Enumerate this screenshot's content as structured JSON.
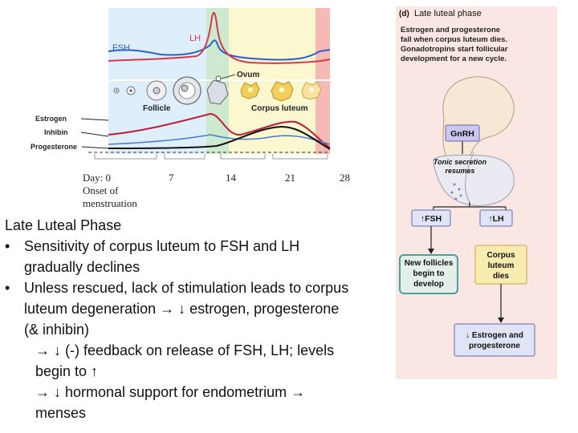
{
  "chart": {
    "hormone_labels": {
      "fsh": "FSH",
      "lh": "LH"
    },
    "row_labels": [
      "Estrogen",
      "Inhibin",
      "Progesterone"
    ],
    "follicle_label": "Follicle",
    "ovum_label": "Ovum",
    "corpus_luteum_label": "Corpus luteum",
    "days": [
      {
        "value": "Day: 0",
        "sub": "Onset of",
        "sub2": "menstruation"
      },
      {
        "value": "7"
      },
      {
        "value": "14"
      },
      {
        "value": "21"
      },
      {
        "value": "28"
      }
    ],
    "colors": {
      "fsh": "#2a62c9",
      "lh": "#d33a4d",
      "estrogen": "#c01d39",
      "inhibin": "#4a7fd0",
      "progesterone": "#111111",
      "follicular_bg": "#dfeefb",
      "ovulation_bg": "#cde9cf",
      "luteal_bg": "#fbf7cf",
      "menses_bg": "#f7b9b4"
    }
  },
  "text": {
    "title": "Late Luteal Phase",
    "bullet1_a": "Sensitivity of corpus luteum to FSH and LH",
    "bullet1_b": "gradually declines",
    "bullet2_a": "Unless rescued, lack of stimulation leads to corpus",
    "bullet2_b": "luteum degeneration → ↓ estrogen, progesterone",
    "bullet2_c": "(& inhibin)",
    "sub1_a": "→ ↓ (-) feedback on release of FSH, LH; levels",
    "sub1_b": "begin to ↑",
    "sub2_a": "→ ↓ hormonal support for endometrium →",
    "sub2_b": "menses",
    "bullet_char": "•"
  },
  "panel": {
    "tag": "(d)",
    "heading": "Late luteal phase",
    "desc": [
      "Estrogen and progesterone",
      "fall when corpus luteum dies.",
      "Gonadotropins start follicular",
      "development for a new cycle."
    ],
    "gnrh": "GnRH",
    "tonic": [
      "Tonic secretion",
      "resumes"
    ],
    "fsh_box": "↑FSH",
    "lh_box": "↑LH",
    "new_follicles": [
      "New follicles",
      "begin to",
      "develop"
    ],
    "corpus_dies": [
      "Corpus",
      "luteum",
      "dies"
    ],
    "estro_prog": [
      "↓ Estrogen and",
      "progesterone"
    ]
  }
}
